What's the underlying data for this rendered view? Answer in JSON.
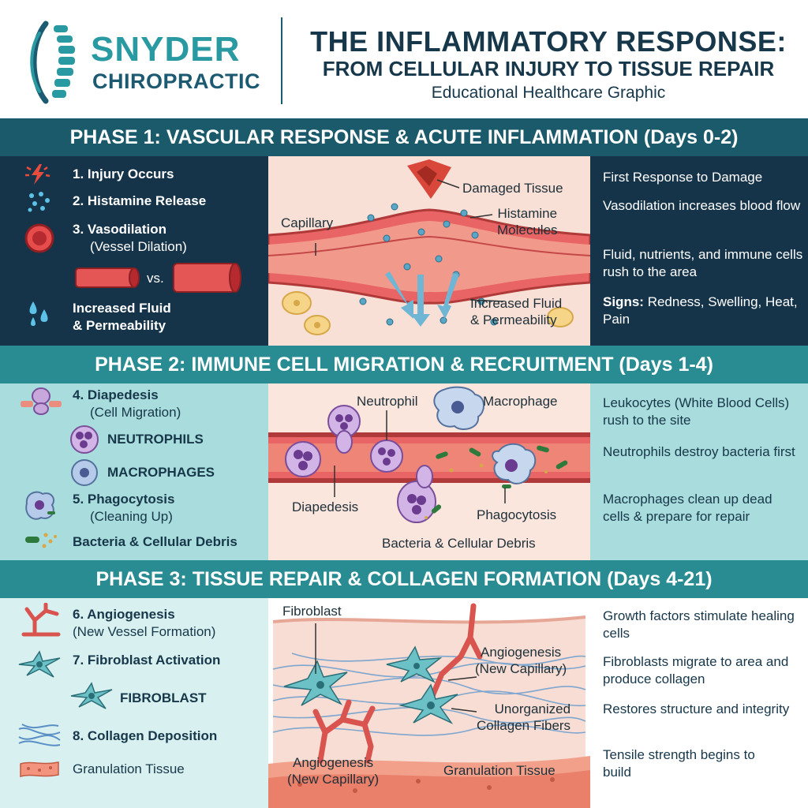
{
  "header": {
    "logo_line1": "SNYDER",
    "logo_line2": "CHIROPRACTIC",
    "title_line1": "THE INFLAMMATORY RESPONSE:",
    "title_line2": "FROM CELLULAR INJURY TO TISSUE REPAIR",
    "subtitle": "Educational Healthcare Graphic"
  },
  "phase1": {
    "title": "PHASE 1: VASCULAR RESPONSE & ACUTE INFLAMMATION (Days 0-2)",
    "left_items": {
      "injury": "1. Injury Occurs",
      "histamine": "2. Histamine Release",
      "vasodilation": "3. Vasodilation",
      "vasodilation_sub": "(Vessel Dilation)",
      "vs": "vs.",
      "fluid_line1": "Increased Fluid",
      "fluid_line2": "& Permeability"
    },
    "diagram_labels": {
      "damaged_tissue": "Damaged Tissue",
      "capillary": "Capillary",
      "histamine_line1": "Histamine",
      "histamine_line2": "Molecules",
      "fluid_line1": "Increased Fluid",
      "fluid_line2": "& Permeability"
    },
    "right_text": {
      "first": "First Response to Damage",
      "vaso": "Vasodilation increases blood flow",
      "fluid": "Fluid, nutrients, and immune cells rush to the area",
      "signs_label": "Signs:",
      "signs": "Redness, Swelling, Heat, Pain"
    }
  },
  "phase2": {
    "title": "PHASE 2: IMMUNE CELL MIGRATION & RECRUITMENT (Days 1-4)",
    "left_items": {
      "diapedesis": "4. Diapedesis",
      "diapedesis_sub": "(Cell Migration)",
      "neutrophils": "NEUTROPHILS",
      "macrophages": "MACROPHAGES",
      "phagocytosis": "5. Phagocytosis",
      "phagocytosis_sub": "(Cleaning Up)",
      "bacteria": "Bacteria & Cellular Debris"
    },
    "diagram_labels": {
      "neutrophil": "Neutrophil",
      "macrophage": "Macrophage",
      "diapedesis": "Diapedesis",
      "phagocytosis": "Phagocytosis",
      "bacteria": "Bacteria & Cellular Debris"
    },
    "right_text": {
      "leukocytes": "Leukocytes (White Blood Cells) rush to the site",
      "neutrophils": "Neutrophils destroy bacteria first",
      "macrophages": "Macrophages clean up dead cells & prepare for repair"
    }
  },
  "phase3": {
    "title": "PHASE 3: TISSUE REPAIR & COLLAGEN FORMATION (Days 4-21)",
    "left_items": {
      "angiogenesis": "6. Angiogenesis",
      "angiogenesis_sub": "(New Vessel Formation)",
      "fibroblast_activation": "7. Fibroblast Activation",
      "fibroblast": "FIBROBLAST",
      "collagen": "8. Collagen Deposition",
      "granulation": "Granulation Tissue"
    },
    "diagram_labels": {
      "fibroblast": "Fibroblast",
      "angio_top_line1": "Angiogenesis",
      "angio_top_line2": "(New Capillary)",
      "collagen_line1": "Unorganized",
      "collagen_line2": "Collagen Fibers",
      "angio_bottom_line1": "Angiogenesis",
      "angio_bottom_line2": "(New Capillary)",
      "granulation": "Granulation Tissue"
    },
    "right_text": {
      "growth": "Growth factors stimulate healing cells",
      "fibroblasts": "Fibroblasts migrate to area and produce collagen",
      "restores": "Restores structure and integrity",
      "tensile": "Tensile strength begins to build"
    }
  },
  "colors": {
    "band": "#1a5a6b",
    "phase1_bg": "#15344a",
    "phase2_bg": "#a9dcdc",
    "phase3_bg": "#d8f0ef",
    "accent_teal": "#2a9aa2",
    "vessel_red": "#d9534f"
  },
  "icons": {
    "logo": "spine-logo-icon",
    "injury": "lightning-icon",
    "histamine": "dots-icon",
    "vasodilation": "vessel-cross-section-icon",
    "fluid": "droplets-icon",
    "diapedesis": "migrating-cell-icon",
    "neutrophil": "neutrophil-icon",
    "macrophage": "macrophage-icon",
    "phagocytosis": "phagocyte-icon",
    "bacteria": "bacteria-icon",
    "angiogenesis": "branching-vessel-icon",
    "fibroblast": "fibroblast-icon",
    "collagen": "fibers-icon",
    "granulation": "tissue-icon"
  }
}
